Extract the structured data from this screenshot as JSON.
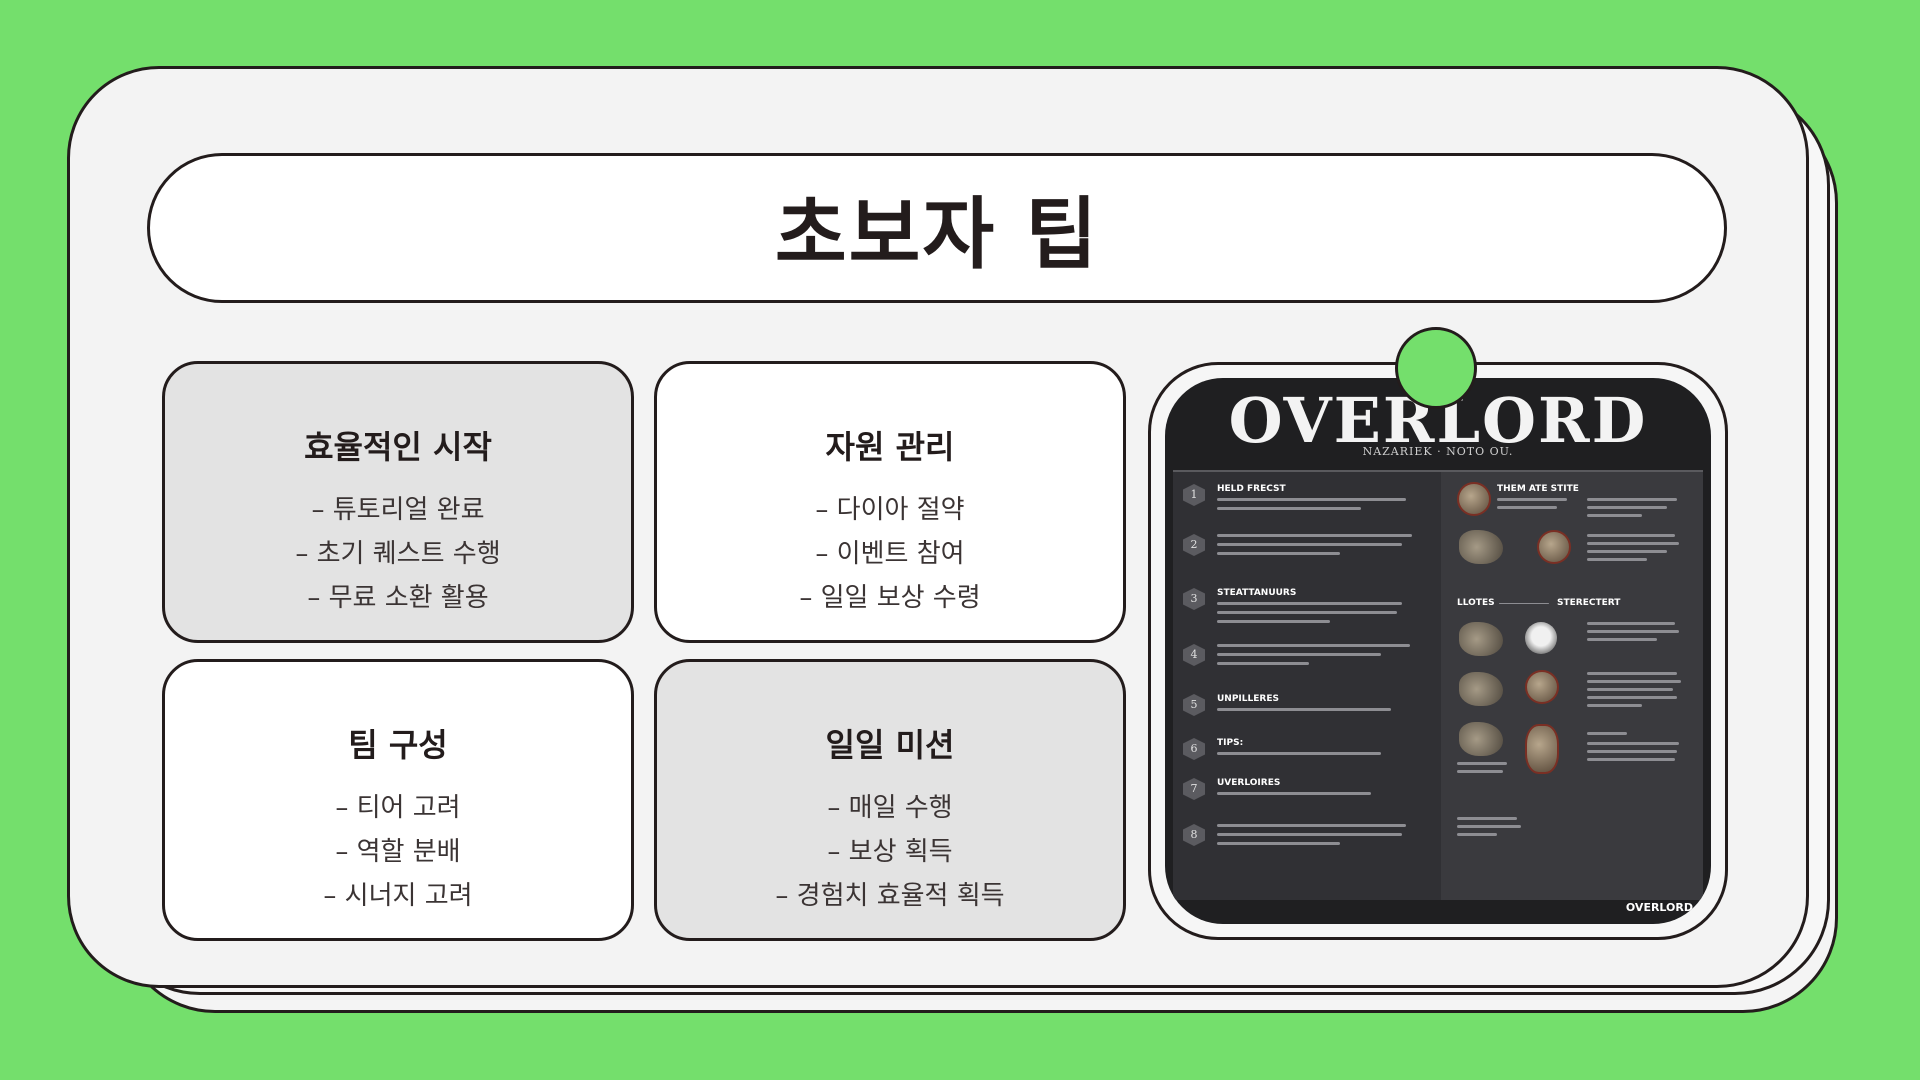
{
  "title": "초보자 팁",
  "cards": [
    {
      "heading": "효율적인 시작",
      "items": [
        "– 튜토리얼 완료",
        "– 초기 퀘스트 수행",
        "– 무료 소환 활용"
      ]
    },
    {
      "heading": "자원 관리",
      "items": [
        "– 다이아 절약",
        "– 이벤트 참여",
        "– 일일 보상 수령"
      ]
    },
    {
      "heading": "팀 구성",
      "items": [
        "– 티어 고려",
        "– 역할 분배",
        "– 시너지 고려"
      ]
    },
    {
      "heading": "일일 미션",
      "items": [
        "– 매일 수행",
        "– 보상 획득",
        "– 경험치 효율적 획득"
      ]
    }
  ],
  "poster": {
    "logo": "OVERLORD",
    "subtitle": "NAZARIEK · NOTO OU.",
    "left_items": [
      {
        "num": "1",
        "head": "HELD FRECST"
      },
      {
        "num": "2",
        "head": ""
      },
      {
        "num": "3",
        "head": "STEATTANUURS"
      },
      {
        "num": "4",
        "head": ""
      },
      {
        "num": "5",
        "head": "UNPILLERES"
      },
      {
        "num": "6",
        "head": "TIPS:"
      },
      {
        "num": "7",
        "head": "UVERLOIRES"
      },
      {
        "num": "8",
        "head": ""
      }
    ],
    "right_heads": {
      "top": "THEM ATE STITE",
      "left": "LLOTES",
      "right": "STERECTERT"
    },
    "footer": "OVERLORD"
  },
  "colors": {
    "background": "#74df6c",
    "accent": "#74df6c",
    "ink": "#231c1c",
    "card_gray": "#e3e3e3",
    "card_white": "#ffffff"
  }
}
